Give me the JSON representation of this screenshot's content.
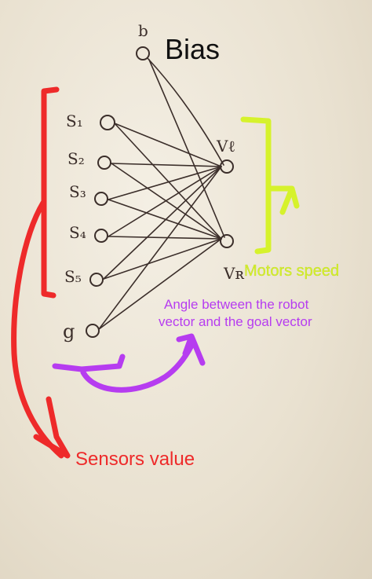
{
  "labels": {
    "bias": "Bias",
    "motors_speed": "Motors speed",
    "angle_line1": "Angle between the robot",
    "angle_line2": "vector and the goal vector",
    "sensors_value": "Sensors value"
  },
  "nodes": {
    "b": "b",
    "s1": "S₁",
    "s2": "S₂",
    "s3": "S₃",
    "s4": "S₄",
    "s5": "S₅",
    "g": "g",
    "vl": "Vℓ",
    "vr": "Vʀ"
  },
  "colors": {
    "ink": "#3b2e2a",
    "red": "#ee2a2a",
    "yellow_green": "#d6f22c",
    "purple": "#b63cf0",
    "black": "#111111"
  }
}
